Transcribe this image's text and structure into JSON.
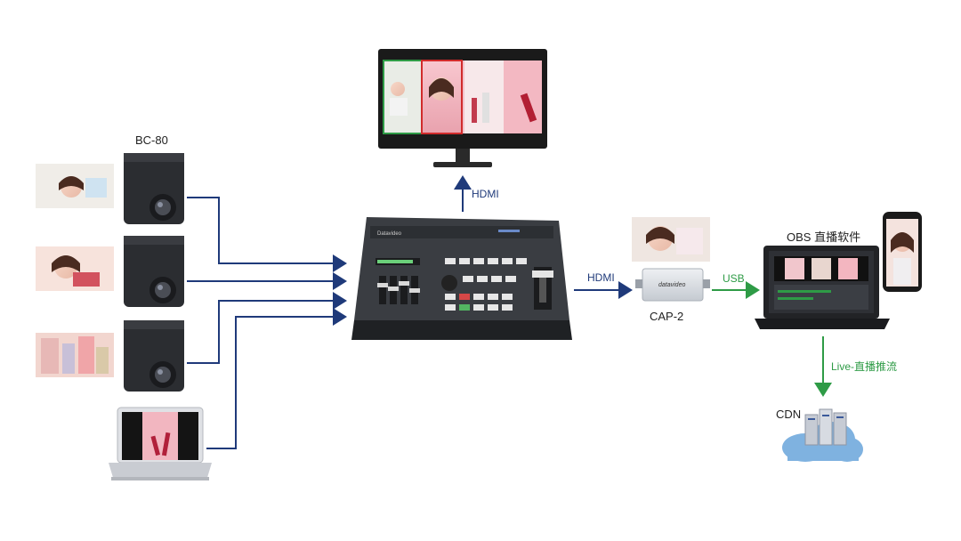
{
  "labels": {
    "camera_model": "BC-80",
    "hdmi_top": "HDMI",
    "hdmi_right": "HDMI",
    "capture_model": "CAP-2",
    "usb": "USB",
    "obs": "OBS 直播软件",
    "live": "Live-直播推流",
    "cdn": "CDN"
  },
  "colors": {
    "blue_line": "#1f3a7a",
    "green_line": "#2e9b46",
    "device_dark": "#2b2d31",
    "cloud": "#7fb2e0"
  }
}
